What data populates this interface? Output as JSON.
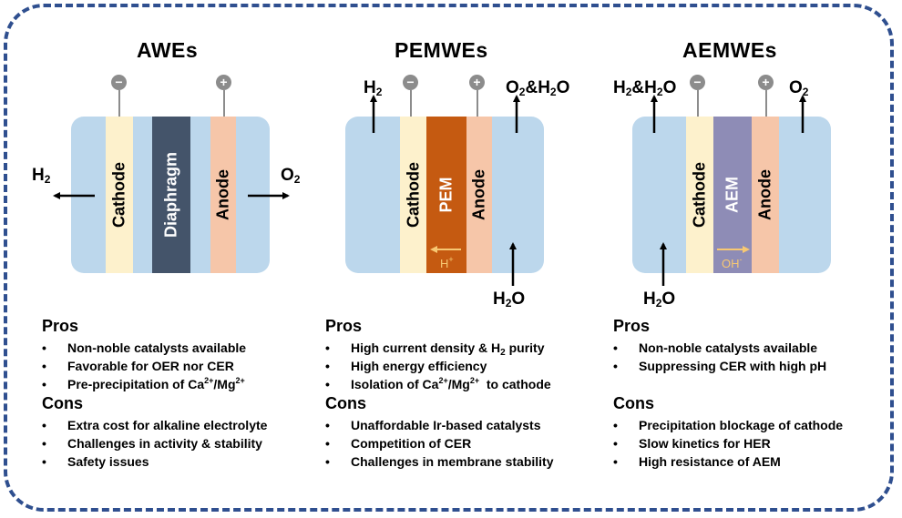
{
  "colors": {
    "border": "#2f4f8f",
    "electrolyte": "#bcd7ec",
    "cathode": "#fdf1cc",
    "anode": "#f6c6a9",
    "diaphragm": "#44546a",
    "pem": "#c55a11",
    "aem": "#8e8cb6",
    "terminal": "#8c8c8c",
    "ion_arrow": "#f7c873"
  },
  "awe": {
    "title": "AWEs",
    "terminal_neg": "−",
    "terminal_pos": "+",
    "cathode": "Cathode",
    "diaphragm": "Diaphragm",
    "anode": "Anode",
    "gas_left": "H",
    "gas_left_sub": "2",
    "gas_right": "O",
    "gas_right_sub": "2",
    "pros_heading": "Pros",
    "pros": [
      "Non-noble catalysts available",
      "Favorable for OER nor CER",
      "Pre-precipitation of Ca"
    ],
    "pros_3_sup1": "2+",
    "pros_3_mid": "/Mg",
    "pros_3_sup2": "2+",
    "cons_heading": "Cons",
    "cons": [
      "Extra cost for alkaline electrolyte",
      "Challenges in activity & stability",
      "Safety issues"
    ]
  },
  "pemwe": {
    "title": "PEMWEs",
    "terminal_neg": "−",
    "terminal_pos": "+",
    "cathode": "Cathode",
    "membrane": "PEM",
    "anode": "Anode",
    "ion": "H",
    "ion_sup": "+",
    "gas_top_left": "H",
    "gas_top_left_sub": "2",
    "gas_top_right_a": "O",
    "gas_top_right_sub": "2",
    "gas_top_right_b": "&H",
    "gas_top_right_sub2": "2",
    "gas_top_right_c": "O",
    "water_in": "H",
    "water_in_sub": "2",
    "water_in_end": "O",
    "pros_heading": "Pros",
    "pros_1a": "High current density & H",
    "pros_1_sub": "2",
    "pros_1b": " purity",
    "pros_2": "High energy efficiency",
    "pros_3a": "Isolation of Ca",
    "pros_3_sup1": "2+",
    "pros_3_mid": "/Mg",
    "pros_3_sup2": "2+",
    "pros_3b": "  to cathode",
    "cons_heading": "Cons",
    "cons": [
      "Unaffordable Ir-based catalysts",
      "Competition of CER",
      "Challenges in membrane stability"
    ]
  },
  "aemwe": {
    "title": "AEMWEs",
    "terminal_neg": "−",
    "terminal_pos": "+",
    "cathode": "Cathode",
    "membrane": "AEM",
    "anode": "Anode",
    "ion": "OH",
    "ion_sup": "-",
    "gas_top_left_a": "H",
    "gas_top_left_sub": "2",
    "gas_top_left_b": "&H",
    "gas_top_left_sub2": "2",
    "gas_top_left_c": "O",
    "gas_top_right": "O",
    "gas_top_right_sub": "2",
    "water_in": "H",
    "water_in_sub": "2",
    "water_in_end": "O",
    "pros_heading": "Pros",
    "pros": [
      "Non-noble catalysts available",
      "Suppressing CER with high pH"
    ],
    "cons_heading": "Cons",
    "cons": [
      "Precipitation blockage of cathode",
      "Slow kinetics for HER",
      "High resistance of AEM"
    ]
  }
}
